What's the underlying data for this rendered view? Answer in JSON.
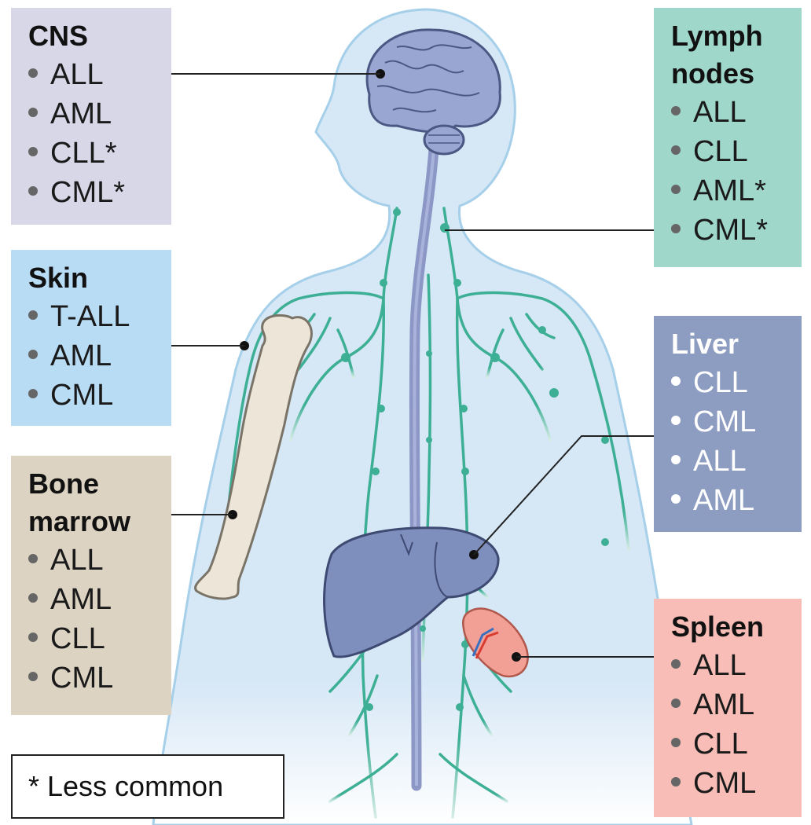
{
  "panels": {
    "cns": {
      "title": "CNS",
      "items": [
        "ALL",
        "AML",
        "CLL*",
        "CML*"
      ],
      "color": "#d8d7e8"
    },
    "skin": {
      "title": "Skin",
      "items": [
        "T-ALL",
        "AML",
        "CML"
      ],
      "color": "#b9dcf5"
    },
    "bone_marrow": {
      "title_line1": "Bone",
      "title_line2": "marrow",
      "items": [
        "ALL",
        "AML",
        "CLL",
        "CML"
      ],
      "color": "#ddd3c2"
    },
    "lymph_nodes": {
      "title_line1": "Lymph",
      "title_line2": "nodes",
      "items": [
        "ALL",
        "CLL",
        "AML*",
        "CML*"
      ],
      "color": "#9fd7cb"
    },
    "liver": {
      "title": "Liver",
      "items": [
        "CLL",
        "CML",
        "ALL",
        "AML"
      ],
      "color": "#8d9cc1"
    },
    "spleen": {
      "title": "Spleen",
      "items": [
        "ALL",
        "AML",
        "CLL",
        "CML"
      ],
      "color": "#f7bdb6"
    }
  },
  "footnote": "* Less common",
  "colors": {
    "body_fill": "#d6e7f6",
    "body_outline": "#9ccbe8",
    "lymph_vessels": "#3daf95",
    "spinal_cord": "#8c97c6",
    "brain": "#9aa6d2",
    "liver_organ": "#7f8fbd",
    "bone": "#ede6d8",
    "spleen_organ": "#f2a096"
  },
  "icons": [
    "brain-icon",
    "liver-icon",
    "spleen-icon",
    "bone-icon"
  ]
}
